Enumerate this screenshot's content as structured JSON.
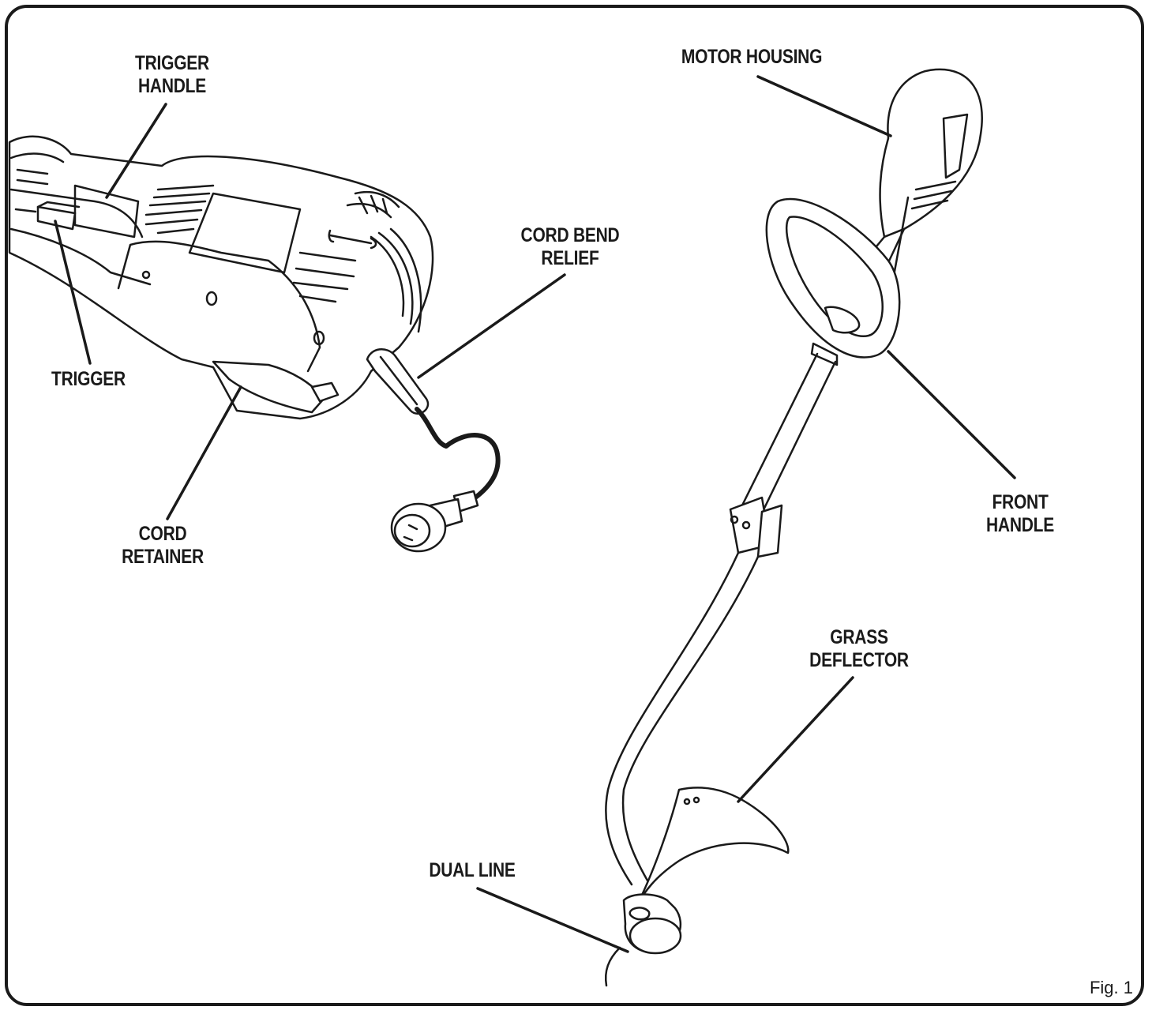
{
  "labels": {
    "trigger_handle": [
      "TRIGGER",
      "HANDLE"
    ],
    "trigger": "TRIGGER",
    "cord_bend_relief": [
      "CORD BEND",
      "RELIEF"
    ],
    "cord_retainer": [
      "CORD",
      "RETAINER"
    ],
    "motor_housing": "MOTOR HOUSING",
    "front_handle": [
      "FRONT",
      "HANDLE"
    ],
    "grass_deflector": [
      "GRASS",
      "DEFLECTOR"
    ],
    "dual_line": "DUAL LINE"
  },
  "figure_caption": "Fig. 1",
  "colors": {
    "ink": "#1a1a1a",
    "fill": "#ffffff"
  }
}
